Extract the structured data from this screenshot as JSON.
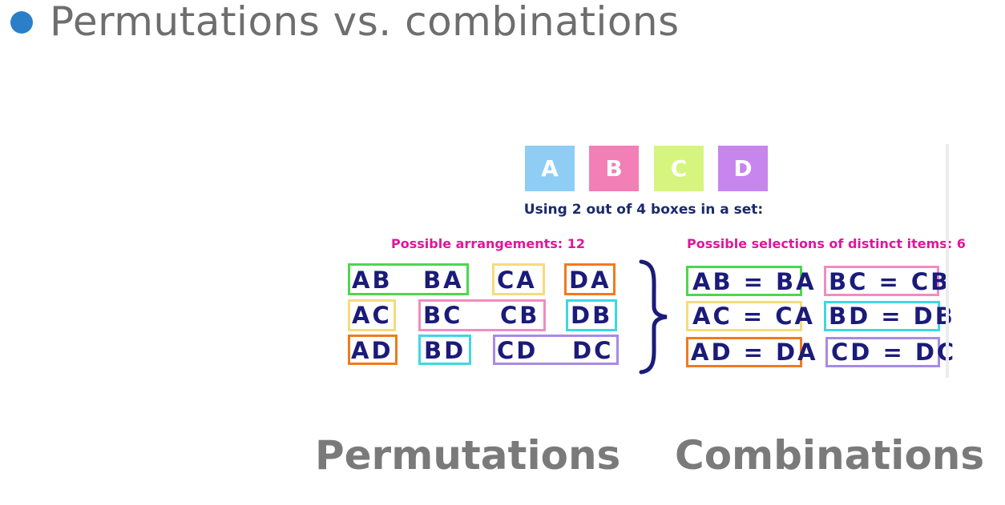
{
  "title": "Permutations vs. combinations",
  "letters": [
    {
      "text": "A",
      "color": "#8fcdf5"
    },
    {
      "text": "B",
      "color": "#f27fb5"
    },
    {
      "text": "C",
      "color": "#d6f57f"
    },
    {
      "text": "D",
      "color": "#c785ee"
    }
  ],
  "subtitle": "Using 2 out of 4 boxes in a set:",
  "arrangements_label": "Possible arrangements: 12",
  "selections_label": "Possible selections of distinct items: 6",
  "permutations": [
    {
      "pairs": [
        "AB",
        "BA"
      ],
      "color": "#4ed64e"
    },
    {
      "pairs": [
        "CA"
      ],
      "color": "#f4dc7a"
    },
    {
      "pairs": [
        "DA"
      ],
      "color": "#f07a1e"
    },
    {
      "pairs": [
        "AC"
      ],
      "color": "#f4dc7a"
    },
    {
      "pairs": [
        "BC",
        "CB"
      ],
      "color": "#f08cc0"
    },
    {
      "pairs": [
        "DB"
      ],
      "color": "#3ed8e2"
    },
    {
      "pairs": [
        "AD"
      ],
      "color": "#f07a1e"
    },
    {
      "pairs": [
        "BD"
      ],
      "color": "#3ed8e2"
    },
    {
      "pairs": [
        "CD",
        "DC"
      ],
      "color": "#a88ae6"
    }
  ],
  "combinations": [
    {
      "text": "AB = BA",
      "color": "#4ed64e"
    },
    {
      "text": "BC = CB",
      "color": "#f08cc0"
    },
    {
      "text": "AC = CA",
      "color": "#f4dc7a"
    },
    {
      "text": "BD = DB",
      "color": "#3ed8e2"
    },
    {
      "text": "AD = DA",
      "color": "#f07a1e"
    },
    {
      "text": "CD = DC",
      "color": "#a88ae6"
    }
  ],
  "brace_color": "#1b1b7a",
  "left_label": "Permutations",
  "right_label": "Combinations"
}
